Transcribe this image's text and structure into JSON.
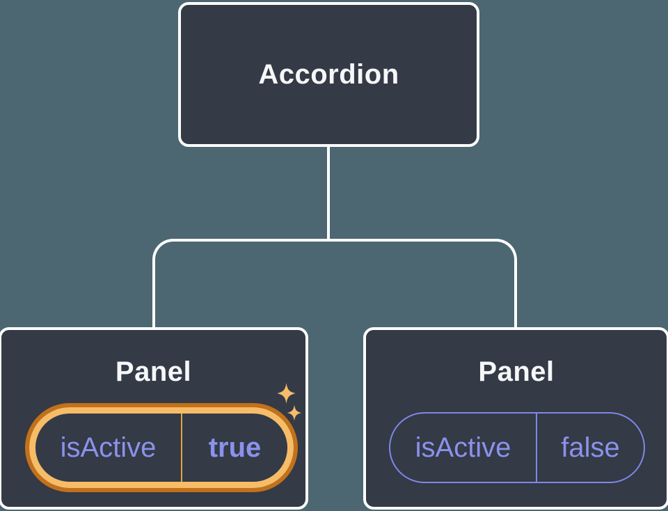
{
  "diagram": {
    "description": "Component tree: Accordion parent with two Panel children holding isActive state",
    "root": {
      "label": "Accordion"
    },
    "panels": [
      {
        "title": "Panel",
        "state_key": "isActive",
        "state_value": "true",
        "highlighted": true
      },
      {
        "title": "Panel",
        "state_key": "isActive",
        "state_value": "false",
        "highlighted": false
      }
    ],
    "colors": {
      "background": "#4C6771",
      "node_fill": "#343A46",
      "node_border": "#FFFFFF",
      "title_text": "#F6F7F9",
      "state_text": "#8A92EC",
      "state_pill_border": "#7E88E8",
      "highlight_ring_inner": "#F6BC67",
      "highlight_ring_outer": "#C2711B",
      "highlight_divider": "#E8A33C",
      "sparkle": "#F6BC6A",
      "connector": "#FFFFFF"
    }
  }
}
